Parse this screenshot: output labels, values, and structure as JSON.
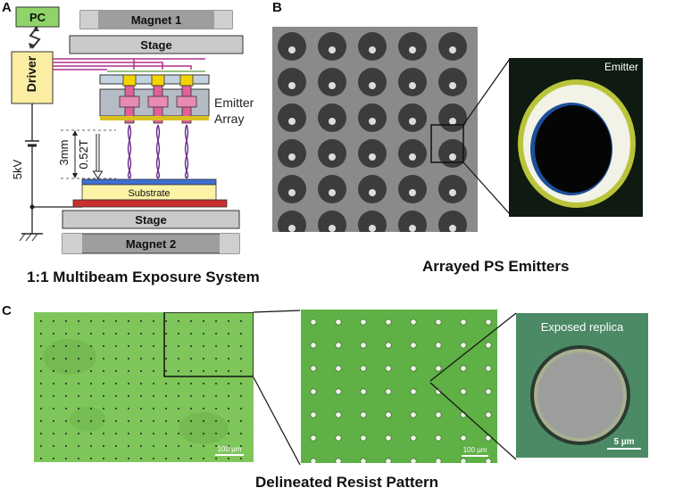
{
  "panels": {
    "a": {
      "letter": "A",
      "pc_label": "PC",
      "driver_label": "Driver",
      "magnet_top": "Magnet 1",
      "stage_top": "Stage",
      "emitter_label_line1": "Emitter",
      "emitter_label_line2": "Array",
      "gap_label": "3mm",
      "field_label": "0.52T",
      "voltage_label": "5kV",
      "substrate_label": "Substrate",
      "stage_bottom": "Stage",
      "magnet_bottom": "Magnet 2",
      "caption": "1:1 Multibeam Exposure System"
    },
    "b": {
      "letter": "B",
      "inset_label": "Emitter",
      "caption": "Arrayed PS Emitters"
    },
    "c": {
      "letter": "C",
      "scale_left": "100 µm",
      "scale_mid": "100 µm",
      "inset_label": "Exposed replica",
      "scale_right": "5 µm",
      "caption": "Delineated Resist Pattern"
    }
  },
  "colors": {
    "pc_fill": "#8fd46a",
    "driver_fill": "#fbeea3",
    "magnet_fill": "#9a9a9a",
    "stage_fill": "#c9c9c9",
    "emitter_body": "#e0609a",
    "emitter_cap": "#f2d400",
    "beam": "#6a2c8a",
    "substrate_fill": "#fbf3a6",
    "substrate_top": "#3d6fd1",
    "substrate_base": "#c9302c",
    "resist_green": "#7fc65a"
  }
}
